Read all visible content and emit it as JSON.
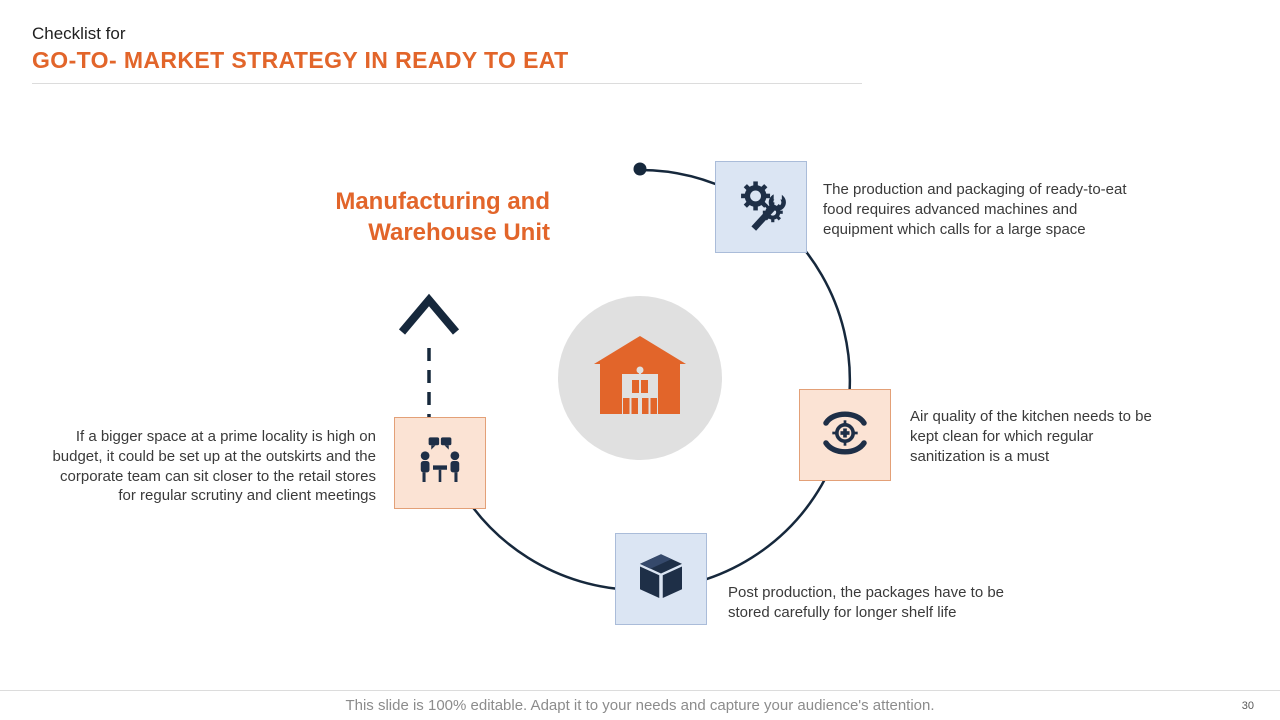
{
  "header": {
    "kicker": "Checklist for",
    "title": "GO-TO- MARKET STRATEGY IN READY TO EAT"
  },
  "diagram": {
    "center_label": "Manufacturing and Warehouse Unit",
    "center_icon": "warehouse-icon",
    "items": [
      {
        "icon": "gears-wrench-icon",
        "text": "The production and packaging of ready-to-eat food requires advanced machines and equipment which calls for a large space"
      },
      {
        "icon": "sanitization-hands-icon",
        "text": "Air quality of the kitchen needs to be kept clean for which regular sanitization is a must"
      },
      {
        "icon": "package-box-icon",
        "text": "Post production, the packages have to be stored carefully for longer shelf life"
      },
      {
        "icon": "meeting-icon",
        "text": "If a bigger space at a prime locality is high on budget, it could be set up at the outskirts and the corporate team can sit closer to the retail stores for regular scrutiny and client meetings"
      }
    ]
  },
  "footer": {
    "note": "This slide is 100% editable. Adapt it to your needs and capture your audience's attention.",
    "page_number": "30"
  },
  "colors": {
    "accent_orange": "#e2652a",
    "navy": "#1e2f47",
    "card_blue": "#dbe5f3",
    "card_peach": "#fbe3d4",
    "hub_gray": "#e0e0e0"
  }
}
